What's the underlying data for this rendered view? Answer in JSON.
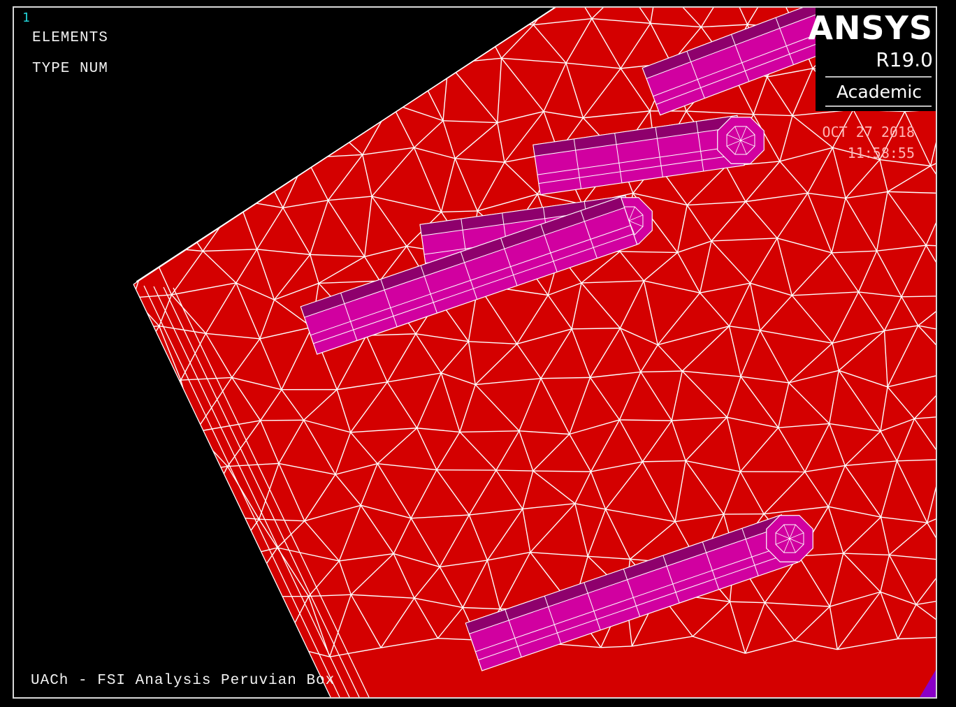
{
  "window": {
    "number": "1"
  },
  "labels": {
    "plot_type": "ELEMENTS",
    "numbering": "TYPE NUM"
  },
  "logo": {
    "brand": "ANSYS",
    "version": "R19.0",
    "edition": "Academic"
  },
  "timestamp": {
    "date": "OCT 27 2018",
    "time": "11:58:55"
  },
  "title": "UACh - FSI Analysis Peruvian Box",
  "colors": {
    "background": "#000000",
    "fluid_domain": "#d40000",
    "rods": "#d100a0",
    "rods_dark": "#8e006c",
    "mesh_lines": "#ffffff",
    "corner_element": "#8a00c8"
  }
}
